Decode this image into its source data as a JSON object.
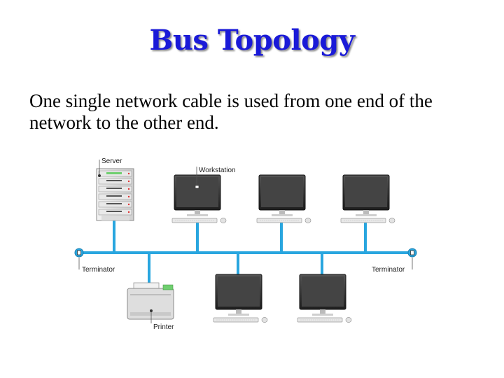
{
  "slide": {
    "title": "Bus Topology",
    "body": "One single network cable is used from one end of the network to the other end."
  },
  "diagram": {
    "labels": {
      "server": "Server",
      "workstation": "Workstation",
      "terminator_left": "Terminator",
      "terminator_right": "Terminator",
      "printer": "Printer"
    },
    "colors": {
      "cable": "#29a6df",
      "title": "#1a1ad8",
      "device_dark": "#3a3a3a",
      "device_light": "#e6e6e6"
    }
  }
}
